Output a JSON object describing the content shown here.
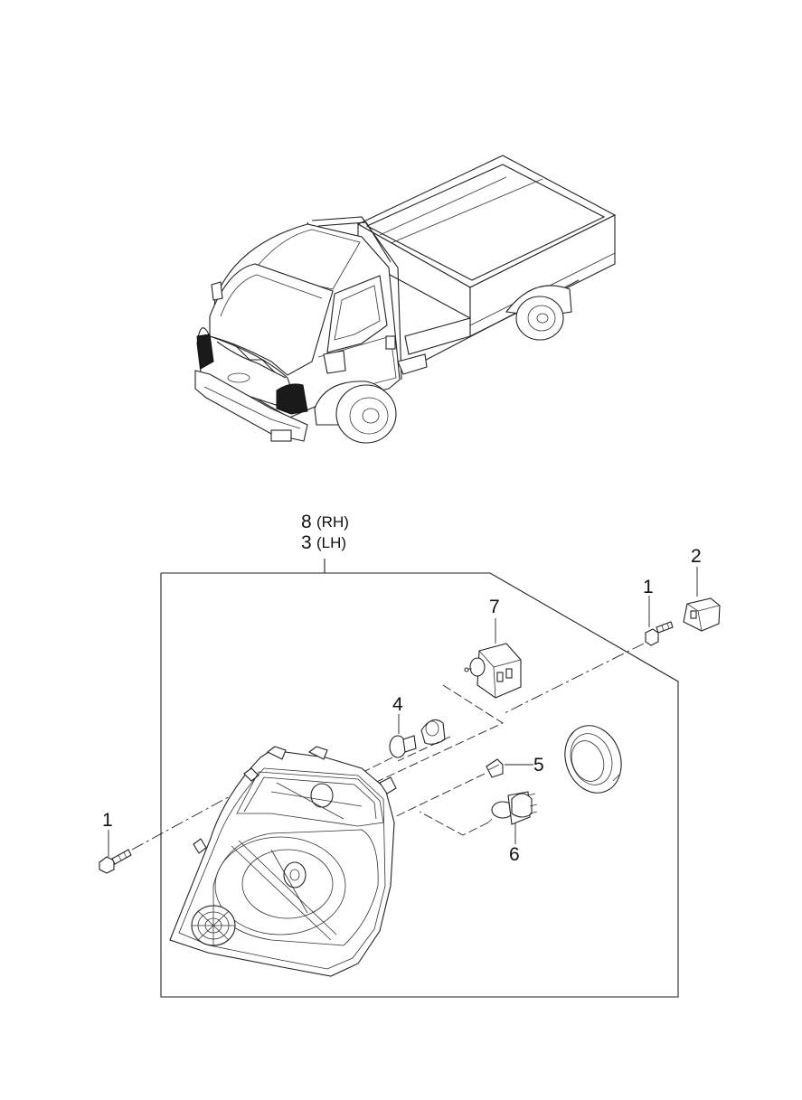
{
  "assembly": {
    "rh_number": "8",
    "rh_side": "(RH)",
    "lh_number": "3",
    "lh_side": "(LH)"
  },
  "callouts": {
    "screw_left": "1",
    "screw_right": "1",
    "bracket": "2",
    "bulb_small": "4",
    "bulb_wedge": "5",
    "bulb_main": "6",
    "leveling_actuator": "7"
  },
  "colors": {
    "line": "#222222",
    "shaded_lamp": "#1a1a1a",
    "background": "#ffffff"
  }
}
